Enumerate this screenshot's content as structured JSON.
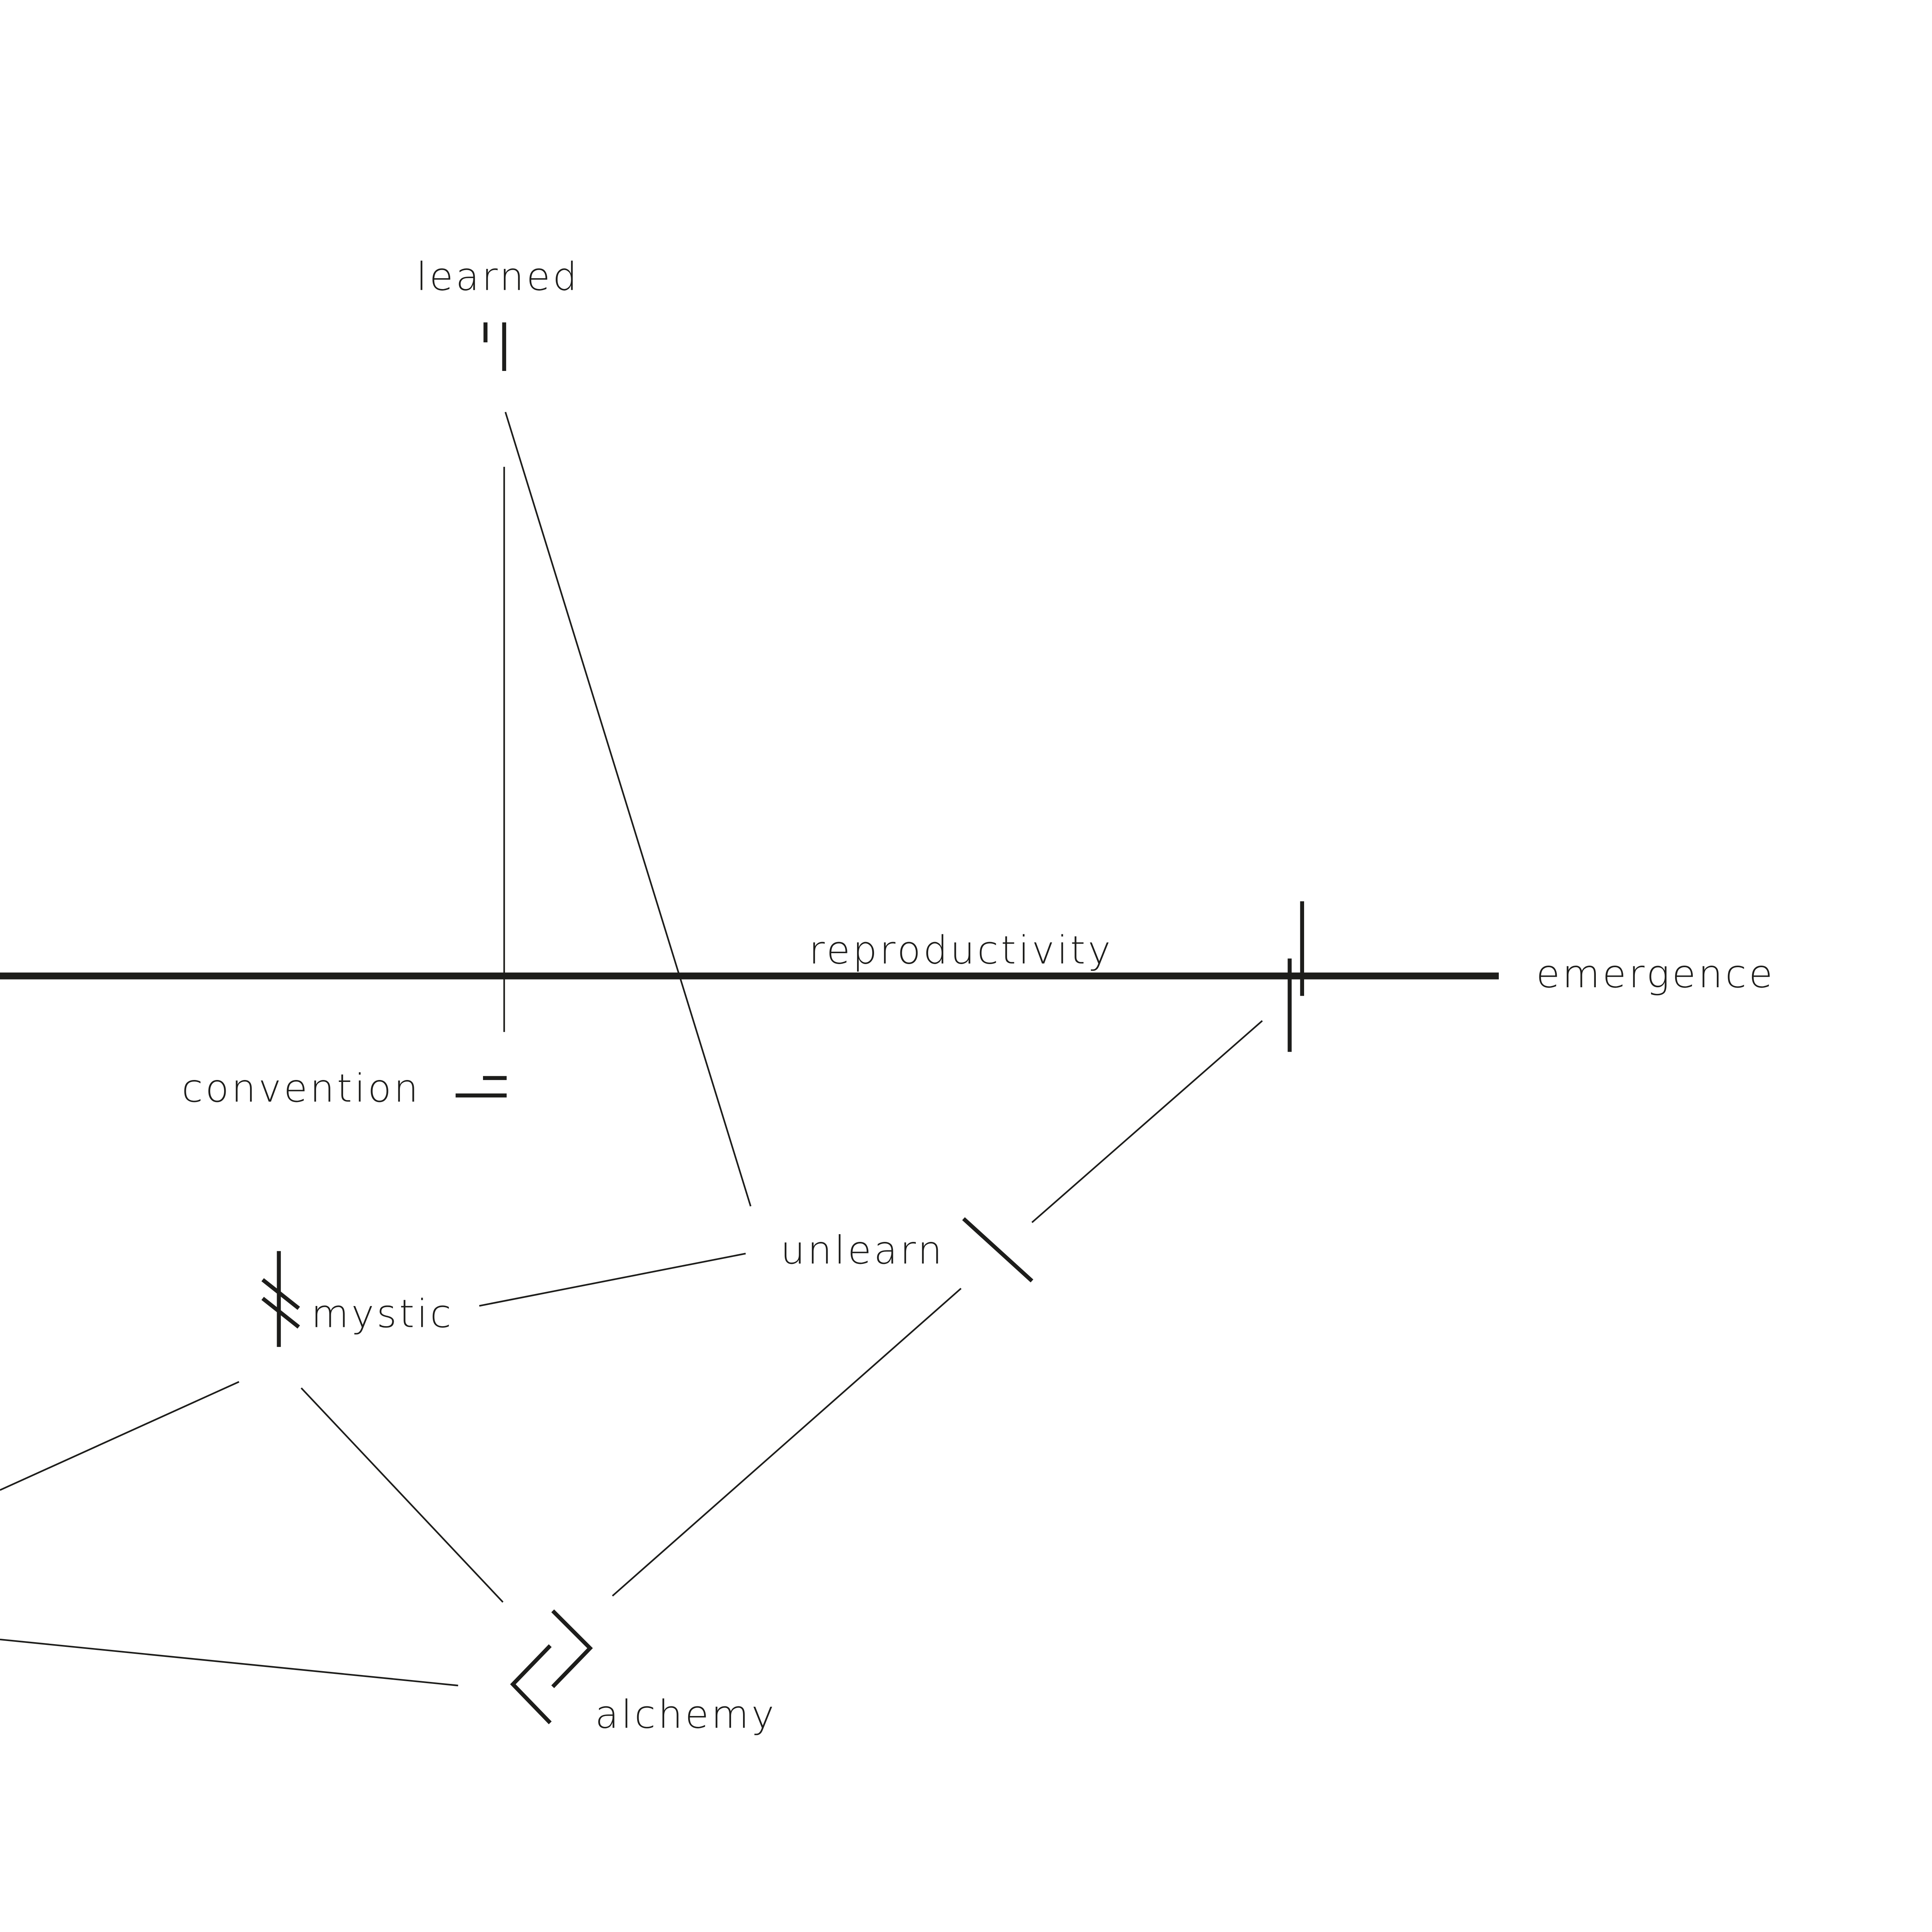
{
  "colors": {
    "ink": "#1d1d1b",
    "background": "#ffffff"
  },
  "axis": {
    "label": "reproductivity",
    "end_label": "emergence"
  },
  "nodes": {
    "learned": "learned",
    "convention": "convention",
    "unlearn": "unlearn",
    "mystic": "mystic",
    "alchemy": "alchemy",
    "emergence": "emergence"
  }
}
